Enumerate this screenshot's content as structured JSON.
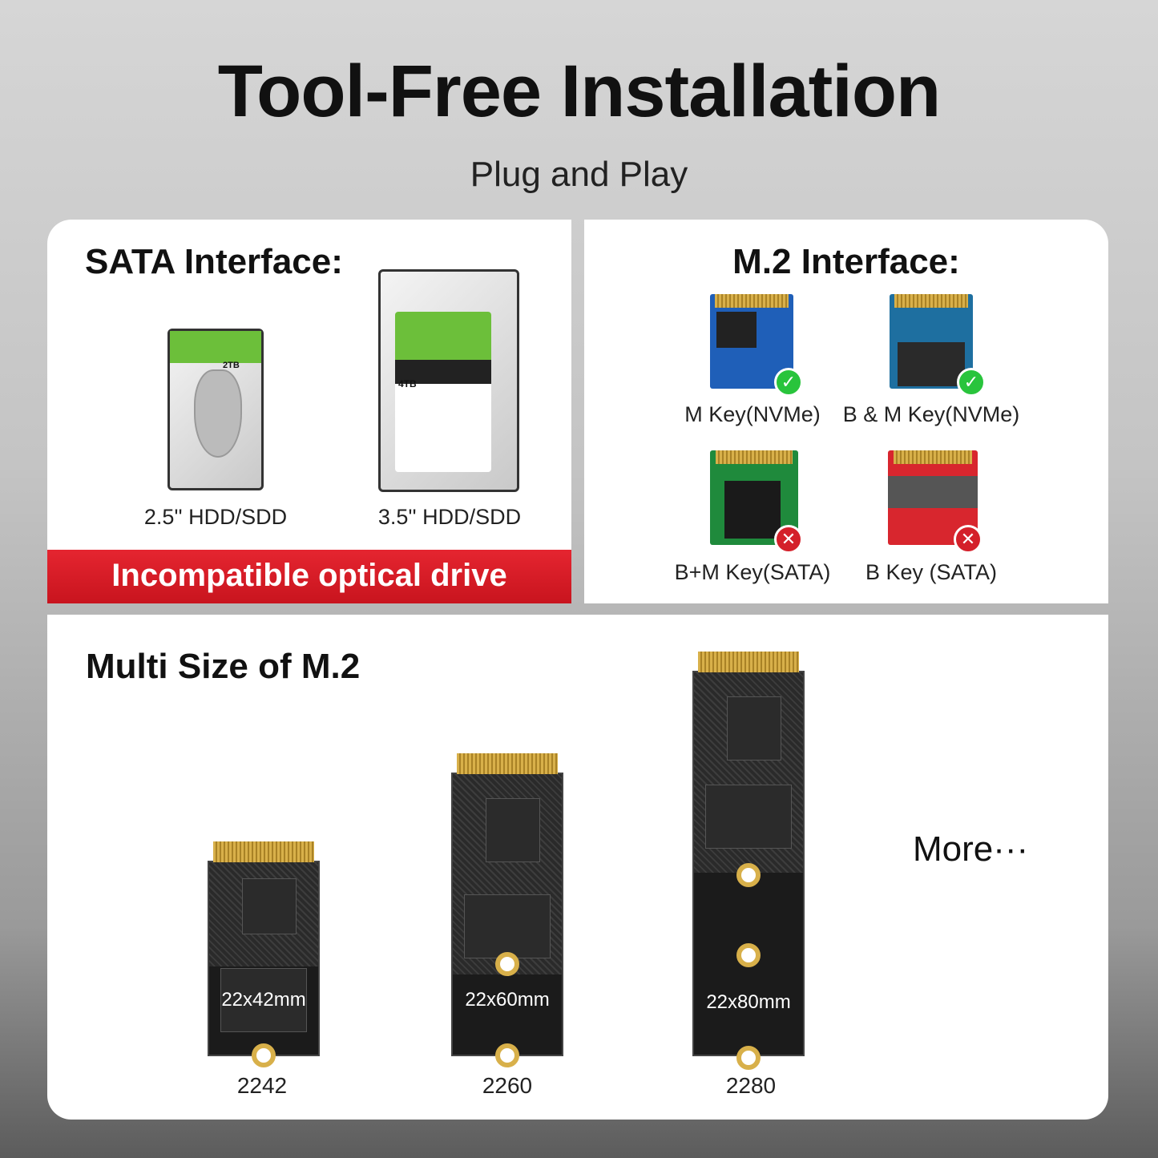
{
  "header": {
    "title": "Tool-Free Installation",
    "subtitle": "Plug and Play"
  },
  "sata": {
    "heading": "SATA Interface:",
    "drives": [
      {
        "label": "2.5'' HDD/SDD",
        "capacity": "2TB"
      },
      {
        "label": "3.5'' HDD/SDD",
        "capacity": "4TB"
      }
    ],
    "warning": "Incompatible optical drive",
    "warning_color": "#d91c26"
  },
  "m2": {
    "heading": "M.2 Interface:",
    "items": [
      {
        "label": "M Key(NVMe)",
        "status": "compatible",
        "icon": "check-icon",
        "color": "#1f5fb8"
      },
      {
        "label": "B & M Key(NVMe)",
        "status": "compatible",
        "icon": "check-icon",
        "color": "#1e6fa0"
      },
      {
        "label": "B+M Key(SATA)",
        "status": "incompatible",
        "icon": "x-icon",
        "color": "#1f8a3c"
      },
      {
        "label": "B Key (SATA)",
        "status": "incompatible",
        "icon": "x-icon",
        "color": "#d8262e"
      }
    ]
  },
  "sizes": {
    "heading": "Multi Size of M.2",
    "cards": [
      {
        "size": "22x42mm",
        "code": "2242"
      },
      {
        "size": "22x60mm",
        "code": "2260"
      },
      {
        "size": "22x80mm",
        "code": "2280"
      }
    ],
    "more": "More···"
  }
}
